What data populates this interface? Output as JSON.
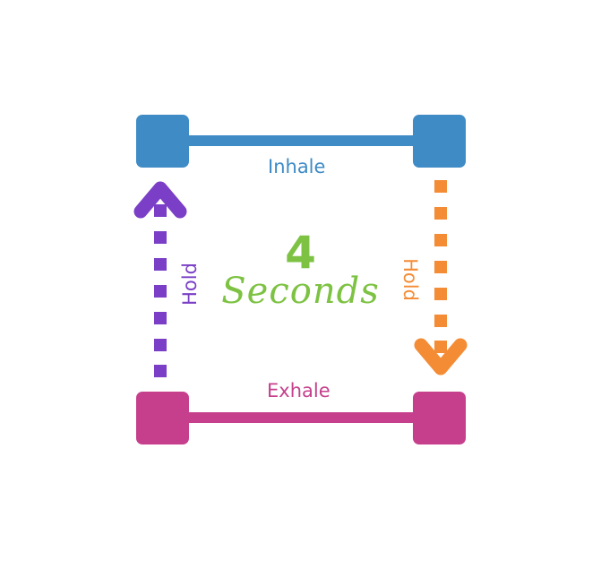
{
  "diagram": {
    "title_number": "4",
    "title_unit": "Seconds",
    "phases": {
      "top": {
        "label": "Inhale",
        "color": "#3e8bc6"
      },
      "right": {
        "label": "Hold",
        "color": "#f48c36"
      },
      "bottom": {
        "label": "Exhale",
        "color": "#c63f8c"
      },
      "left": {
        "label": "Hold",
        "color": "#7a3fc6"
      }
    },
    "center_color": "#7dc242"
  }
}
